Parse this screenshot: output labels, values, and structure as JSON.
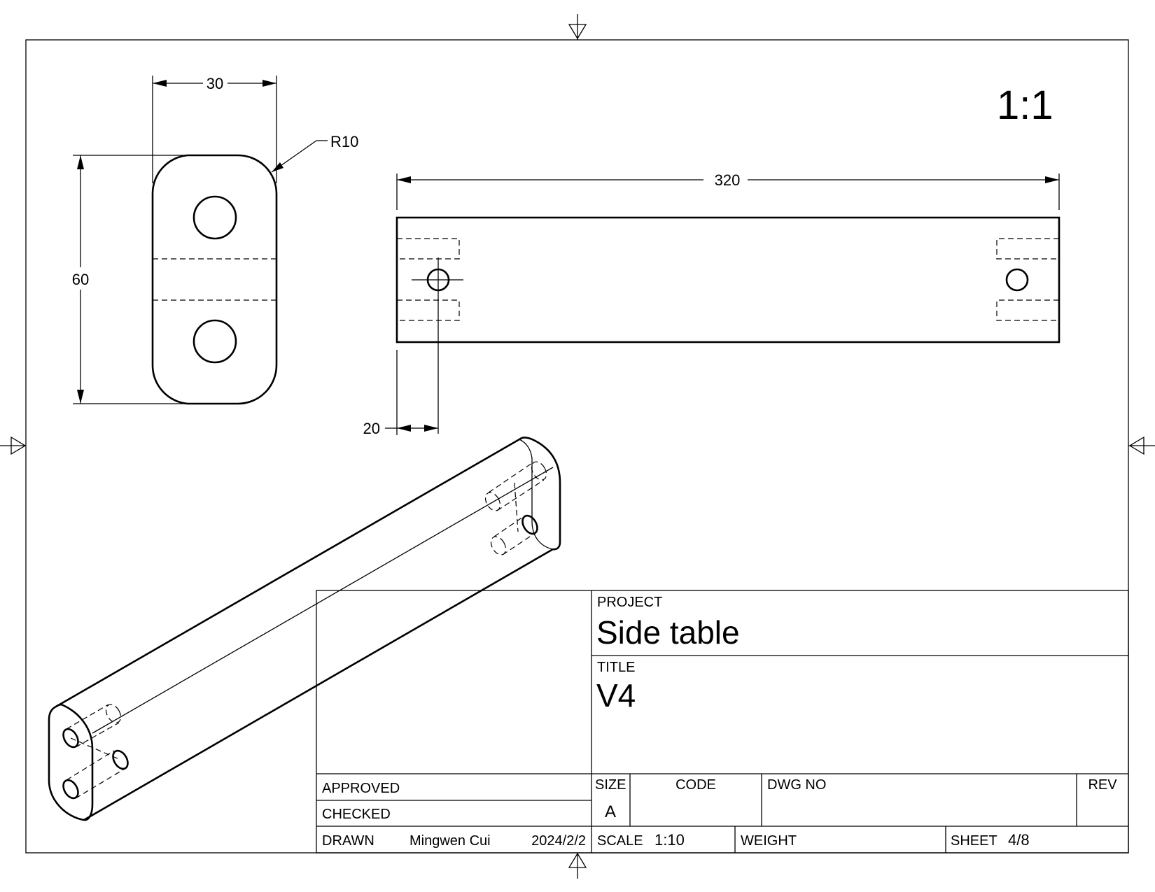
{
  "drawing": {
    "scale_label": "1:1",
    "dimensions": {
      "end_width": "30",
      "end_height": "60",
      "corner_radius": "R10",
      "length": "320",
      "hole_offset": "20"
    }
  },
  "title_block": {
    "project_label": "PROJECT",
    "project_value": "Side table",
    "title_label": "TITLE",
    "title_value": "V4",
    "approved_label": "APPROVED",
    "checked_label": "CHECKED",
    "drawn_label": "DRAWN",
    "drawn_by": "Mingwen Cui",
    "drawn_date": "2024/2/2",
    "size_label": "SIZE",
    "size_value": "A",
    "code_label": "CODE",
    "dwg_no_label": "DWG NO",
    "rev_label": "REV",
    "scale_label": "SCALE",
    "scale_value": "1:10",
    "weight_label": "WEIGHT",
    "sheet_label": "SHEET",
    "sheet_value": "4/8"
  }
}
